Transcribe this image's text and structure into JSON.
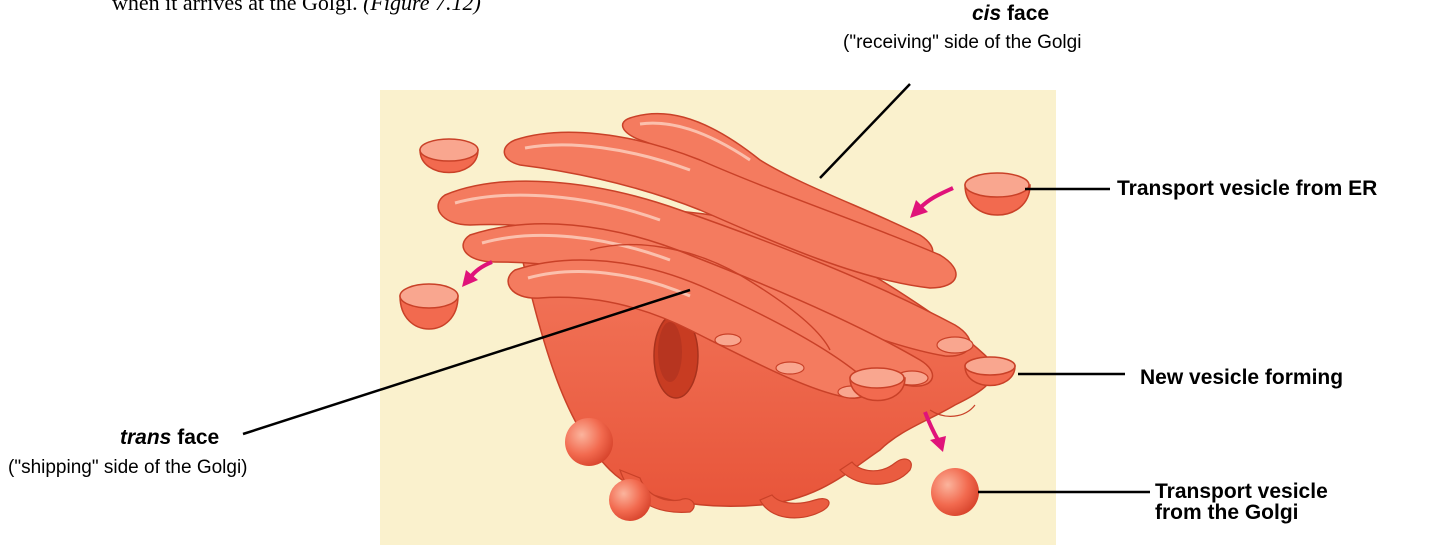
{
  "intro": {
    "text": "when it arrives at the Golgi.",
    "ref": "(Figure 7.12)"
  },
  "labels": {
    "cis": {
      "term": "cis",
      "title": "face",
      "sub": "(\"receiving\" side of the Golgi"
    },
    "trans": {
      "term": "trans",
      "title": "face",
      "sub": "(\"shipping\" side of the Golgi)"
    },
    "vesicle_er": {
      "title": "Transport vesicle from ER"
    },
    "new_vesicle": {
      "title": "New vesicle forming"
    },
    "vesicle_golgi": {
      "line1": "Transport vesicle",
      "line2": "from the Golgi"
    }
  },
  "colors": {
    "panel": "#faf1cd",
    "golgi": "#f26a4f",
    "golgi_light": "#f9a68f",
    "golgi_dark": "#d8452d",
    "arrow": "#e0137a",
    "leader": "#000000"
  }
}
